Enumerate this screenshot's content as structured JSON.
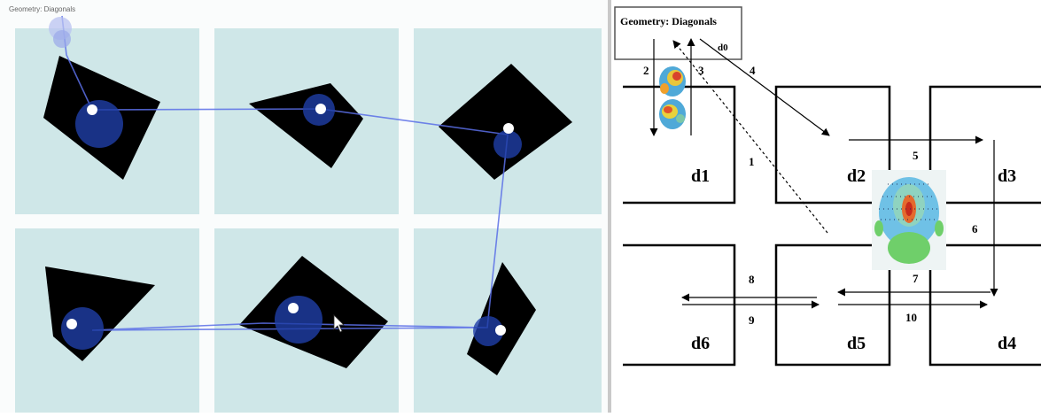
{
  "left_panel": {
    "title": "Geometry: Diagonals",
    "tile_color": "#cfe7e8",
    "shape_color": "#000000",
    "path_color": "#5a6ee6",
    "marker_color": "#1f3fa8"
  },
  "right_panel": {
    "title": "Geometry: Diagonals",
    "d0_label": "d0",
    "rooms": [
      {
        "id": "d1",
        "label": "d1"
      },
      {
        "id": "d2",
        "label": "d2"
      },
      {
        "id": "d3",
        "label": "d3"
      },
      {
        "id": "d6",
        "label": "d6"
      },
      {
        "id": "d5",
        "label": "d5"
      },
      {
        "id": "d4",
        "label": "d4"
      }
    ],
    "path_numbers": [
      "1",
      "2",
      "3",
      "4",
      "5",
      "6",
      "7",
      "8",
      "9",
      "10"
    ]
  }
}
